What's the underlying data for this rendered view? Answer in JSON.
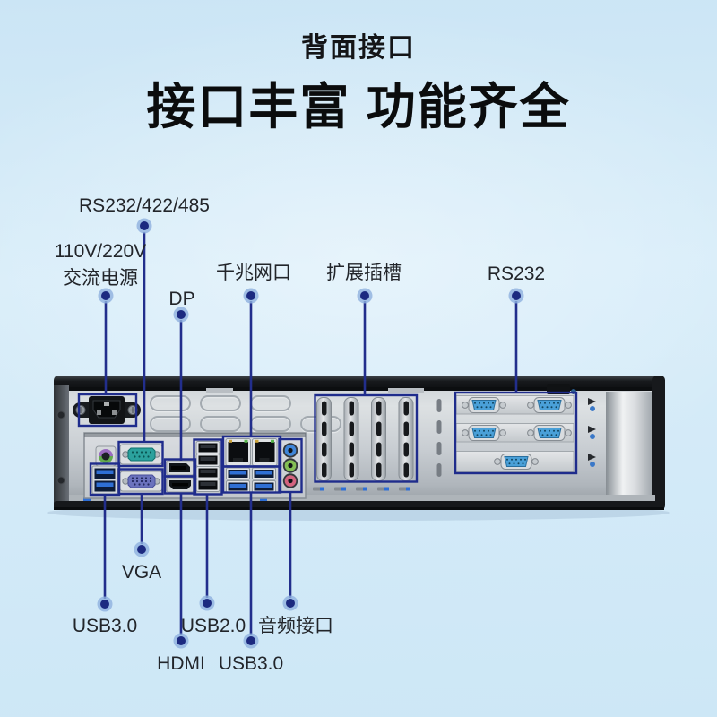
{
  "header": {
    "subtitle": "背面接口",
    "title": "接口丰富 功能齐全"
  },
  "callouts": {
    "top": [
      {
        "id": "rs232-422-485",
        "label": "RS232/422/485"
      },
      {
        "id": "ac-power",
        "label": "110V/220V\n交流电源"
      },
      {
        "id": "dp",
        "label": "DP"
      },
      {
        "id": "gigabit-lan",
        "label": "千兆网口"
      },
      {
        "id": "expansion",
        "label": "扩展插槽"
      },
      {
        "id": "rs232",
        "label": "RS232"
      }
    ],
    "bottom": [
      {
        "id": "vga",
        "label": "VGA"
      },
      {
        "id": "usb3-left",
        "label": "USB3.0"
      },
      {
        "id": "hdmi",
        "label": "HDMI"
      },
      {
        "id": "usb2",
        "label": "USB2.0"
      },
      {
        "id": "usb3-right",
        "label": "USB3.0"
      },
      {
        "id": "audio",
        "label": "音频接口"
      }
    ]
  },
  "device": {
    "name": "rackmount-chassis-rear-panel",
    "ports": [
      "ac-power-inlet",
      "ps2-combo-port",
      "serial-db9-port",
      "vga-port",
      "usb3.0-x2",
      "displayport",
      "hdmi",
      "usb2.0-x4",
      "gigabit-lan-x2",
      "usb3.0-x4",
      "audio-jacks-x3",
      "expansion-slots-x4",
      "rs232-db9-x5"
    ]
  },
  "colors": {
    "background_blue": "#cde7f6",
    "annotation_navy": "#1f2c8c",
    "dot_core": "#1c2a80",
    "dot_halo": "#8fb0de",
    "serial_teal": "#2ba19d",
    "vga_purple": "#6b72bd",
    "usb3_blue": "#2f6fd4",
    "db9_blue": "#4aa0d8",
    "audio_blue": "#3f86d8",
    "audio_green": "#84bf55",
    "audio_pink": "#d4637f"
  }
}
